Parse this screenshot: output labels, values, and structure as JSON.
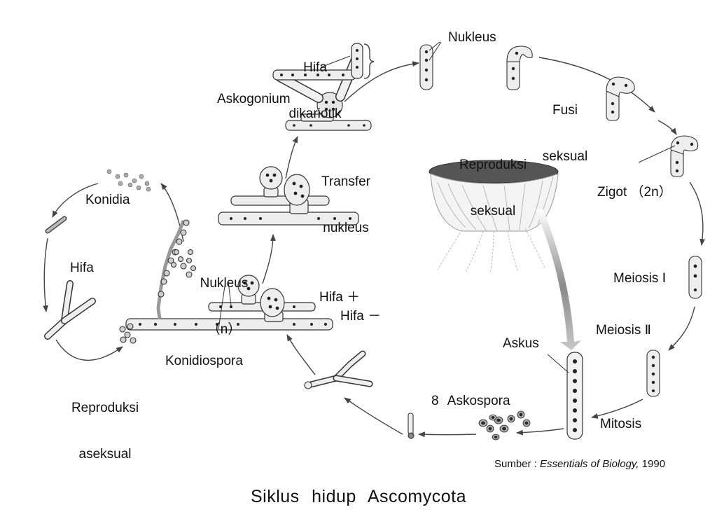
{
  "labels": {
    "hifa_dikariotik_1": "Hifa",
    "hifa_dikariotik_2": "dikariotik",
    "askogonium": "Askogonium",
    "nukleus_top": "Nukleus",
    "fusi_1": "Fusi",
    "fusi_2": "seksual",
    "reproduksi_seksual_1": "Reproduksi",
    "reproduksi_seksual_2": "seksual",
    "transfer_1": "Transfer",
    "transfer_2": "nukleus",
    "zigot": "Zigot （2n）",
    "konidia": "Konidia",
    "hifa_left": "Hifa",
    "nukleus_n_1": "Nukleus",
    "nukleus_n_2": "（n）",
    "meiosis_1": "Meiosis Ⅰ",
    "hifa_plus": "Hifa ＋",
    "hifa_minus": "Hifa －",
    "meiosis_2": "Meiosis Ⅱ",
    "askus": "Askus",
    "konidiospora": "Konidiospora",
    "reproduksi_aseksual_1": "Reproduksi",
    "reproduksi_aseksual_2": "aseksual",
    "askospora": "8 Askospora",
    "mitosis": "Mitosis"
  },
  "source": {
    "prefix": "Sumber : ",
    "book": "Essentials of Biology,",
    "year": " 1990"
  },
  "caption": "Siklus hidup Ascomycota"
}
